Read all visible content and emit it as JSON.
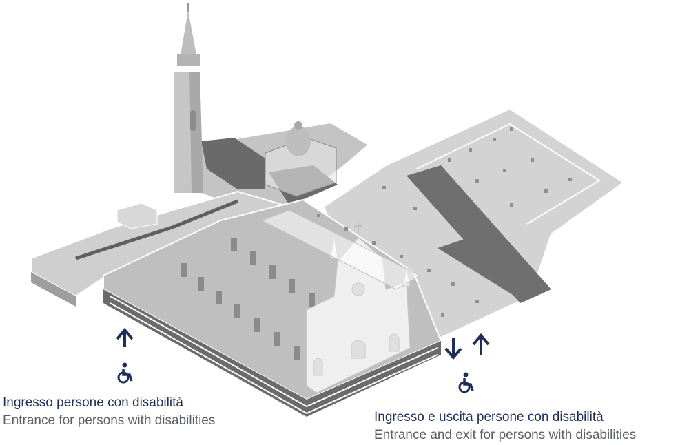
{
  "accent_color": "#1f2e58",
  "secondary_text_color": "#5a5f66",
  "markers": {
    "left": {
      "arrows": [
        "arrow-up-icon"
      ],
      "icon": "wheelchair-icon"
    },
    "right": {
      "arrows": [
        "arrow-down-icon",
        "arrow-up-icon"
      ],
      "icon": "wheelchair-icon"
    }
  },
  "captions": {
    "left": {
      "italian": "Ingresso persone con disabilità",
      "english": "Entrance for persons with disabilities"
    },
    "right": {
      "italian": "Ingresso e uscita persone con disabilità",
      "english": "Entrance and exit for persons with disabilities"
    }
  }
}
